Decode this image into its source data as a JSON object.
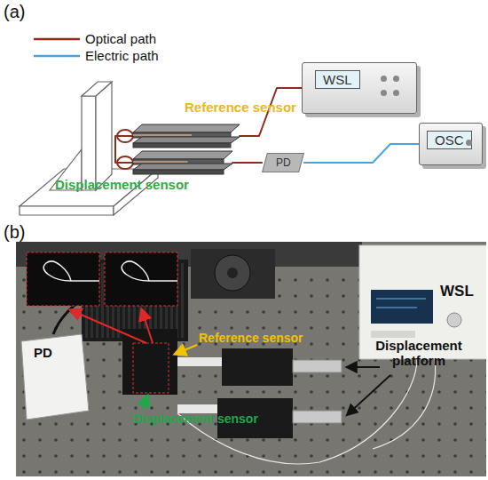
{
  "diagram": {
    "nodes": [
      {
        "text": [
          "WSL"
        ]
      },
      {
        "text": [
          "OSC"
        ]
      },
      {
        "text": [
          "PD"
        ]
      },
      {
        "text": [
          "Reference sensor"
        ]
      },
      {
        "text": [
          "Displacement sensor"
        ]
      }
    ],
    "edges": [
      {
        "from": 0,
        "to": 3,
        "arrow": "none"
      },
      {
        "from": 3,
        "to": 4,
        "arrow": "none"
      },
      {
        "from": 4,
        "to": 2,
        "arrow": "none"
      },
      {
        "from": 2,
        "to": 1,
        "arrow": "none"
      }
    ],
    "labels": [
      "(a)",
      "(b)",
      "Reference sensor",
      "Displacement sensor",
      "Displacement platform",
      "PD",
      "WSL"
    ],
    "legend": [
      {
        "text": "Optical path"
      },
      {
        "text": "Electric path"
      }
    ]
  }
}
